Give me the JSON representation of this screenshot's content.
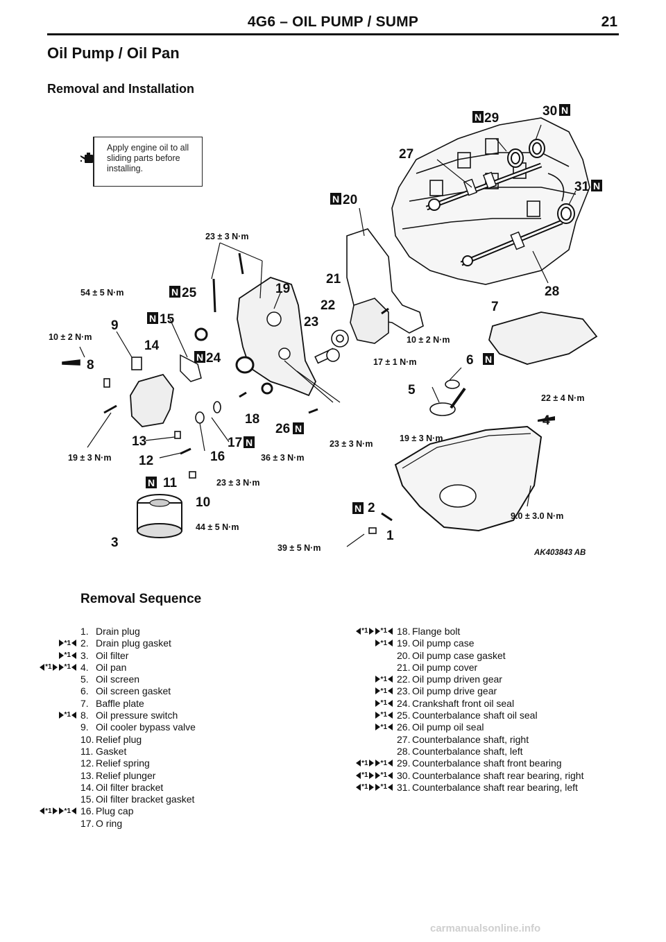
{
  "header": {
    "title": "4G6 – OIL PUMP / SUMP",
    "page_number": "21"
  },
  "headings": {
    "main": "Oil Pump / Oil Pan",
    "sub": "Removal and Installation",
    "sequence": "Removal Sequence"
  },
  "note": {
    "text": "Apply engine oil to all sliding parts before installing.",
    "icon": "oil-can-icon"
  },
  "diagram": {
    "ref_code": "AK403843 AB",
    "new_part_mark": "N",
    "callouts": [
      "1",
      "2",
      "3",
      "4",
      "5",
      "6",
      "7",
      "8",
      "9",
      "10",
      "11",
      "12",
      "13",
      "14",
      "15",
      "16",
      "17",
      "18",
      "19",
      "20",
      "21",
      "22",
      "23",
      "24",
      "25",
      "26",
      "27",
      "28",
      "29",
      "30",
      "31"
    ],
    "torques": {
      "t1": "23 ± 3 N·m",
      "t2": "54 ± 5 N·m",
      "t3": "10 ± 2 N·m",
      "t4": "10 ± 2 N·m",
      "t5": "17 ± 1 N·m",
      "t6": "22 ± 4 N·m",
      "t7": "19 ± 3 N·m",
      "t8": "23 ± 3 N·m",
      "t9": "36 ± 3 N·m",
      "t10": "19 ± 3 N·m",
      "t11": "23 ± 3 N·m",
      "t12": "44 ± 5 N·m",
      "t13": "9.0 ± 3.0 N·m",
      "t14": "39 ± 5 N·m"
    }
  },
  "mark_symbol": "*1",
  "sequence_left": [
    {
      "num": "1.",
      "text": "Drain plug",
      "marks": []
    },
    {
      "num": "2.",
      "text": "Drain plug gasket",
      "marks": [
        "R"
      ]
    },
    {
      "num": "3.",
      "text": "Oil filter",
      "marks": [
        "R"
      ]
    },
    {
      "num": "4.",
      "text": "Oil pan",
      "marks": [
        "L",
        "R"
      ]
    },
    {
      "num": "5.",
      "text": "Oil screen",
      "marks": []
    },
    {
      "num": "6.",
      "text": "Oil screen gasket",
      "marks": []
    },
    {
      "num": "7.",
      "text": "Baffle plate",
      "marks": []
    },
    {
      "num": "8.",
      "text": "Oil pressure switch",
      "marks": [
        "R"
      ]
    },
    {
      "num": "9.",
      "text": "Oil cooler bypass valve",
      "marks": []
    },
    {
      "num": "10.",
      "text": "Relief plug",
      "marks": []
    },
    {
      "num": "11.",
      "text": "Gasket",
      "marks": []
    },
    {
      "num": "12.",
      "text": "Relief spring",
      "marks": []
    },
    {
      "num": "13.",
      "text": "Relief plunger",
      "marks": []
    },
    {
      "num": "14.",
      "text": "Oil filter bracket",
      "marks": []
    },
    {
      "num": "15.",
      "text": "Oil filter bracket gasket",
      "marks": []
    },
    {
      "num": "16.",
      "text": "Plug cap",
      "marks": [
        "L",
        "R"
      ]
    },
    {
      "num": "17.",
      "text": "O ring",
      "marks": []
    }
  ],
  "sequence_right": [
    {
      "num": "18.",
      "text": "Flange bolt",
      "marks": [
        "L",
        "R"
      ]
    },
    {
      "num": "19.",
      "text": "Oil pump case",
      "marks": [
        "R"
      ]
    },
    {
      "num": "20.",
      "text": "Oil pump case gasket",
      "marks": []
    },
    {
      "num": "21.",
      "text": "Oil pump cover",
      "marks": []
    },
    {
      "num": "22.",
      "text": "Oil pump driven gear",
      "marks": [
        "R"
      ]
    },
    {
      "num": "23.",
      "text": "Oil pump drive gear",
      "marks": [
        "R"
      ]
    },
    {
      "num": "24.",
      "text": "Crankshaft front oil seal",
      "marks": [
        "R"
      ]
    },
    {
      "num": "25.",
      "text": "Counterbalance shaft oil seal",
      "marks": [
        "R"
      ]
    },
    {
      "num": "26.",
      "text": "Oil pump oil seal",
      "marks": [
        "R"
      ]
    },
    {
      "num": "27.",
      "text": "Counterbalance shaft, right",
      "marks": []
    },
    {
      "num": "28.",
      "text": "Counterbalance shaft, left",
      "marks": []
    },
    {
      "num": "29.",
      "text": "Counterbalance shaft front bearing",
      "marks": [
        "L",
        "R"
      ]
    },
    {
      "num": "30.",
      "text": "Counterbalance shaft rear bearing, right",
      "marks": [
        "L",
        "R"
      ]
    },
    {
      "num": "31.",
      "text": "Counterbalance shaft rear bearing, left",
      "marks": [
        "L",
        "R"
      ]
    }
  ],
  "footer": {
    "watermark": "carmanualsonline.info"
  }
}
